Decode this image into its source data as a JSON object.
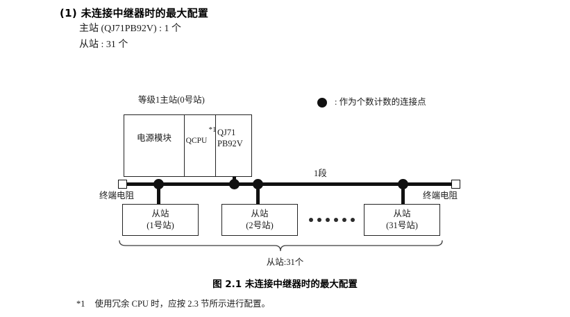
{
  "heading": {
    "number": "(1)",
    "title": "(1) 未连接中继器时的最大配置",
    "spec_master": "主站 (QJ71PB92V) : 1 个",
    "spec_slave": "从站 : 31 个"
  },
  "legend": {
    "icon": "filled-circle",
    "text": ": 作为个数计数的连接点"
  },
  "diagram": {
    "master_title": "等级1主站(0号站)",
    "master_modules": [
      {
        "label": "电源模块"
      },
      {
        "label": "QCPU",
        "footnote_mark": "*1"
      },
      {
        "label_line1": "QJ71",
        "label_line2": "PB92V"
      }
    ],
    "segment_label": "1段",
    "terminator_left": "终端电阻",
    "terminator_right": "终端电阻",
    "slaves": [
      {
        "line1": "从站",
        "line2": "(1号站)"
      },
      {
        "line1": "从站",
        "line2": "(2号站)"
      },
      {
        "line1": "从站",
        "line2": "(31号站)"
      }
    ],
    "ellipsis": "• • • • • •",
    "brace_label": "从站:31个"
  },
  "caption": "图 2.1  未连接中继器时的最大配置",
  "footnote": {
    "mark": "*1",
    "text": "使用冗余 CPU 时，应按 2.3 节所示进行配置。"
  },
  "colors": {
    "ink": "#1a1a1a",
    "line": "#111111",
    "box_border": "#222222",
    "page_background": "#ffffff"
  }
}
